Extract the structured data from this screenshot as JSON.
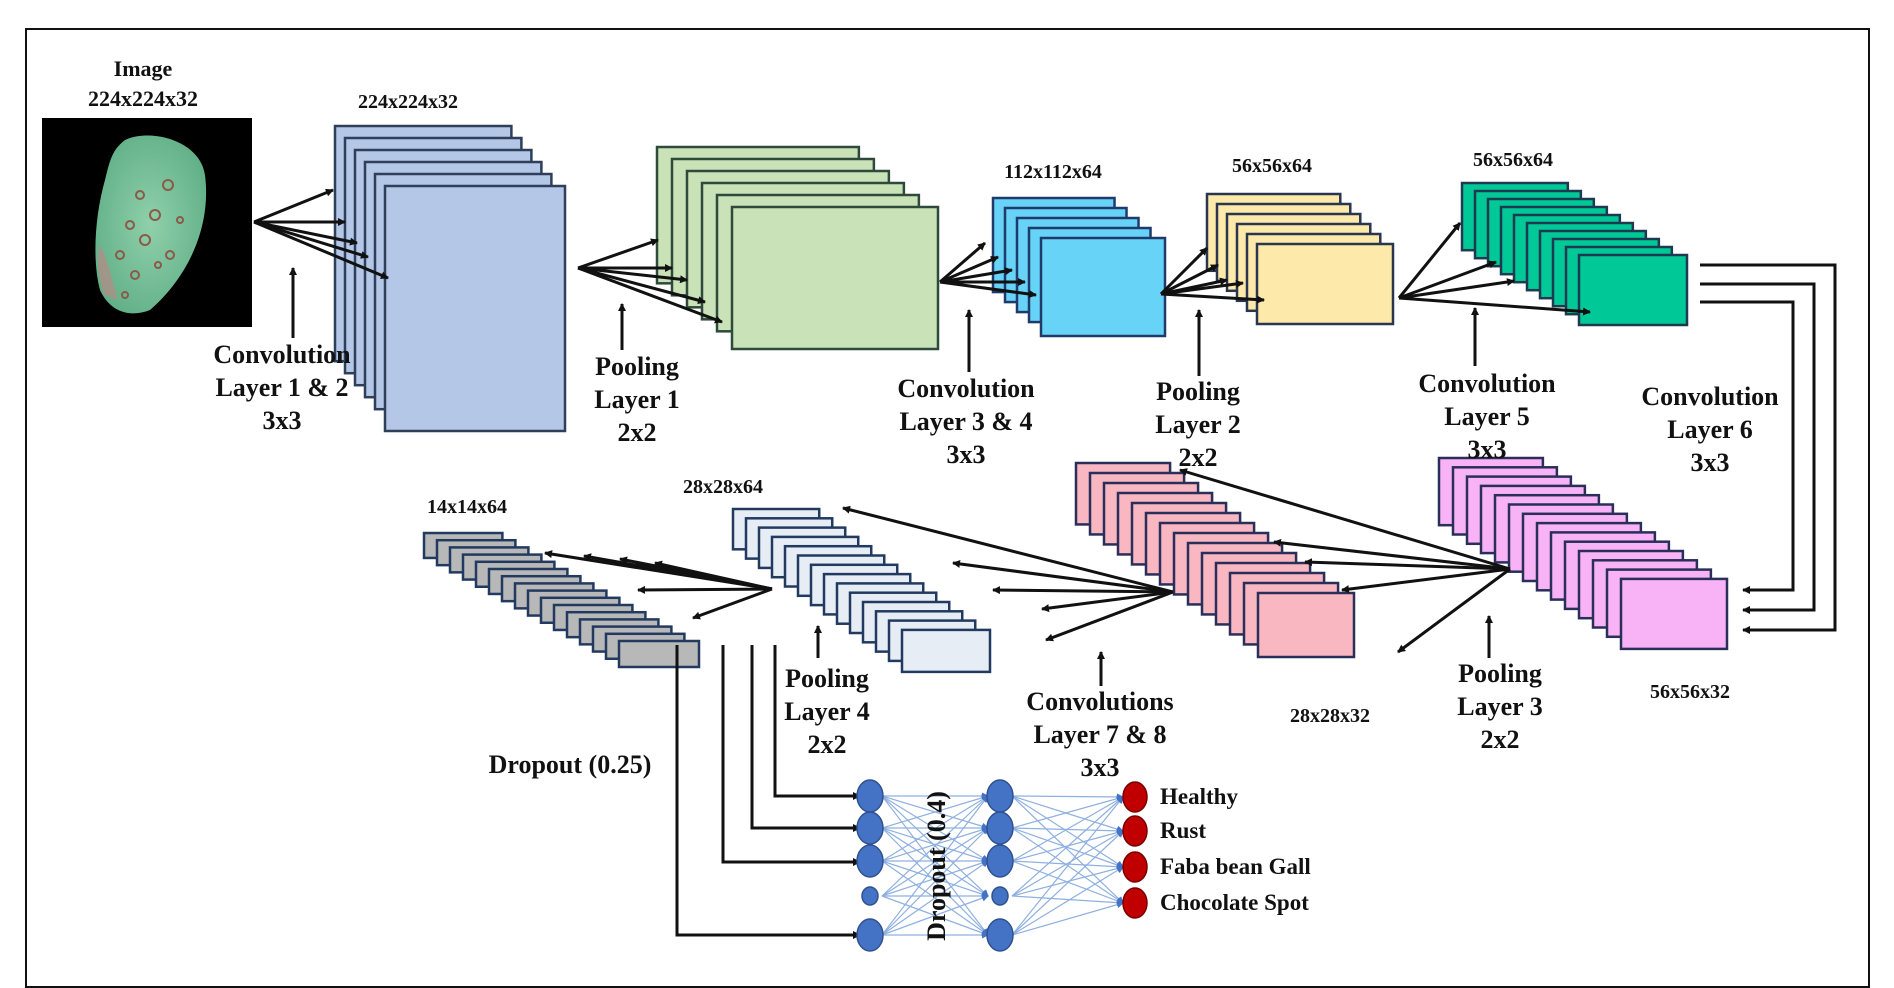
{
  "input": {
    "title": "Image",
    "size": "224x224x32"
  },
  "blocks": [
    {
      "id": "conv12",
      "size_label": "224x224x32",
      "color": "#b4c7e7",
      "stroke": "#2f3f5a"
    },
    {
      "id": "pool1",
      "size_label": "",
      "color": "#c9e2b8",
      "stroke": "#2f4a3a"
    },
    {
      "id": "conv34",
      "size_label": "112x112x64",
      "color": "#66d3f7",
      "stroke": "#1f3a6b"
    },
    {
      "id": "pool2",
      "size_label": "56x56x64",
      "color": "#fde9a9",
      "stroke": "#2a3550"
    },
    {
      "id": "conv5",
      "size_label": "56x56x64",
      "color": "#00c897",
      "stroke": "#1d3a50"
    },
    {
      "id": "conv6",
      "size_label": "56x56x32",
      "color": "#f7b3f5",
      "stroke": "#2a2f5a"
    },
    {
      "id": "pool3",
      "size_label": "28x28x32",
      "color": "#f9b7c2",
      "stroke": "#2a2f5a"
    },
    {
      "id": "conv78",
      "size_label": "28x28x64",
      "color": "#e6edf5",
      "stroke": "#233a60"
    },
    {
      "id": "pool4",
      "size_label": "14x14x64",
      "color": "#b8b8b8",
      "stroke": "#233a60"
    }
  ],
  "operations": [
    {
      "id": "op-conv12",
      "lines": [
        "Convolution",
        "Layer 1 & 2",
        "3x3"
      ]
    },
    {
      "id": "op-pool1",
      "lines": [
        "Pooling",
        "Layer 1",
        "2x2"
      ]
    },
    {
      "id": "op-conv34",
      "lines": [
        "Convolution",
        "Layer 3 & 4",
        "3x3"
      ]
    },
    {
      "id": "op-pool2",
      "lines": [
        "Pooling",
        "Layer 2",
        "2x2"
      ]
    },
    {
      "id": "op-conv5",
      "lines": [
        "Convolution",
        "Layer 5",
        "3x3"
      ]
    },
    {
      "id": "op-conv6",
      "lines": [
        "Convolution",
        "Layer 6",
        "3x3"
      ]
    },
    {
      "id": "op-pool3",
      "lines": [
        "Pooling",
        "Layer 3",
        "2x2"
      ]
    },
    {
      "id": "op-conv78",
      "lines": [
        "Convolutions",
        "Layer 7 & 8",
        "3x3"
      ]
    },
    {
      "id": "op-pool4",
      "lines": [
        "Pooling",
        "Layer 4",
        "2x2"
      ]
    }
  ],
  "dropout1": "Dropout (0.25)",
  "dropout2": "Dropout (0.4)",
  "dense_color": "#4472c4",
  "output_color": "#c00000",
  "classes": [
    "Healthy",
    "Rust",
    "Faba bean Gall",
    "Chocolate Spot"
  ]
}
